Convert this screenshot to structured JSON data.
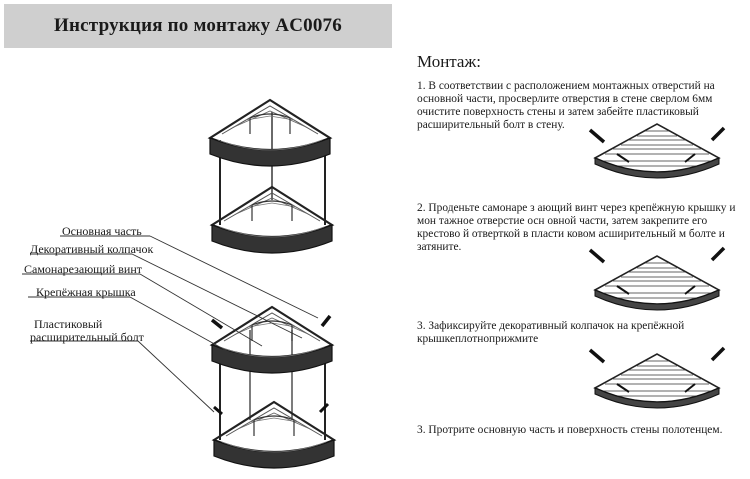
{
  "title": "Инструкция по монтажу AC0076",
  "labels": {
    "main_part": "Основная часть",
    "decor_cap": "Декоративный колпачок",
    "self_tap_screw": "Самонарезающий винт",
    "fix_cover": "Крепёжная крышка",
    "plastic_bolt_line1": "Пластиковый",
    "plastic_bolt_line2": "расширительный болт"
  },
  "mount_heading": "Монтаж:",
  "steps": [
    {
      "num": "1.",
      "text": "В соответствии с расположением монтажных отверстий на основной части, просверлите отверстия в стене сверлом 6мм очистите поверхность стены и затем забейте пластиковый расширительный болт в стену."
    },
    {
      "num": "2.",
      "text": "Проденьте самонаре з ающий винт через крепёжную крышку и мон тажное отверстие осн овной части, затем закрепите его крестово й отверткой в пласти ковом асширительный м болте и затяните."
    },
    {
      "num": "3.",
      "text": "Зафиксируйте декоративный колпачок на крепёжной крышкеплотноприжмите"
    },
    {
      "num": "3.",
      "text": "Протрите основную часть и поверхность стены полотенцем."
    }
  ],
  "icons": {
    "shelf_top": "corner-shelf-assembled-icon",
    "shelf_exploded": "corner-shelf-exploded-icon",
    "step_shelf": "corner-shelf-topview-icon"
  }
}
